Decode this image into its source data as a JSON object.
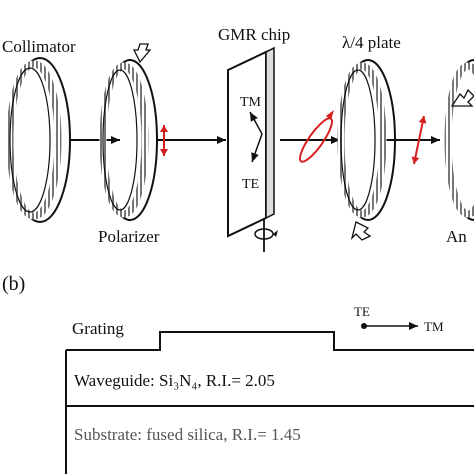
{
  "panel_a": {
    "labels": {
      "collimator": "Collimator",
      "polarizer": "Polarizer",
      "gmr_chip": "GMR chip",
      "quarter_wave_plate": "λ/4 plate",
      "analyzer": "An",
      "tm": "TM",
      "te": "TE"
    }
  },
  "panel_b": {
    "panel_label": "(b)",
    "grating_label": "Grating",
    "legend_te": "TE",
    "legend_tm": "TM",
    "waveguide_label": "Waveguide: Si₃N₄, R.I.= 2.05",
    "substrate_label": "Substrate: fused silica, R.I.= 1.45"
  },
  "colors": {
    "polarization": "#d42020",
    "outline": "#111111",
    "substrate_text": "#555555"
  }
}
